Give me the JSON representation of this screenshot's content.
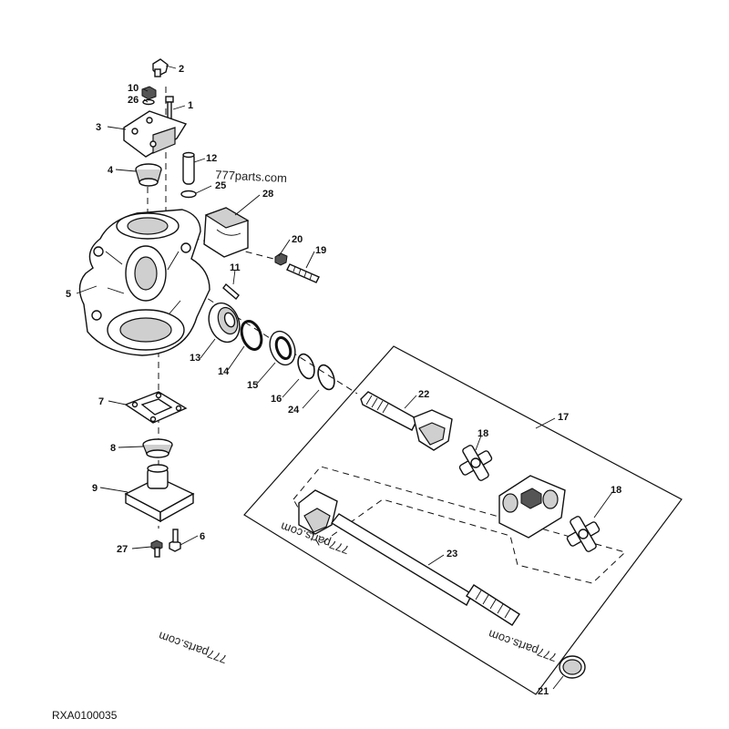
{
  "diagram": {
    "reference_code": "RXA0100035",
    "watermarks": [
      "777parts.com",
      "777parts.com",
      "777parts.com",
      "777parts.com"
    ],
    "callouts": {
      "c1": "1",
      "c2": "2",
      "c3": "3",
      "c4": "4",
      "c5": "5",
      "c6": "6",
      "c7": "7",
      "c8": "8",
      "c9": "9",
      "c10": "10",
      "c11": "11",
      "c12": "12",
      "c13": "13",
      "c14": "14",
      "c15": "15",
      "c16": "16",
      "c17": "17",
      "c18a": "18",
      "c18b": "18",
      "c19": "19",
      "c20": "20",
      "c21": "21",
      "c22": "22",
      "c23": "23",
      "c24": "24",
      "c25": "25",
      "c26": "26",
      "c27": "27",
      "c28": "28"
    }
  }
}
